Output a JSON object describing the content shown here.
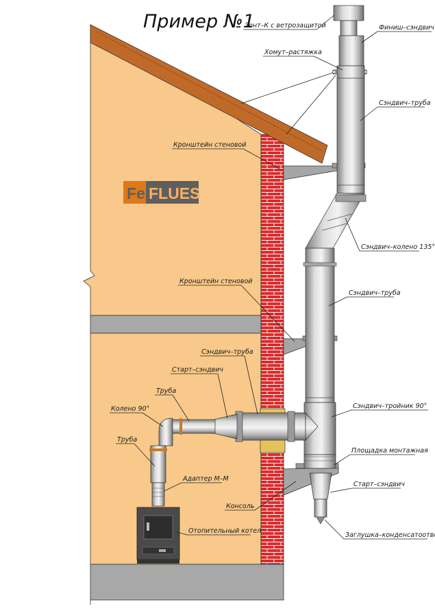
{
  "title": "Пример №1",
  "logo": {
    "prefix": "Fe",
    "name": "FLUES"
  },
  "colors": {
    "wall": "#f8c98a",
    "brick": "#dd2a2a",
    "slab": "#a8a8a8",
    "roof": "#c06a2a",
    "steel": "#c9c9c9",
    "logo_prefix_bg": "#e07818",
    "logo_name_bg": "#5f5f5f"
  },
  "labels": {
    "zont": "Зонт–К с ветрозащитой",
    "finish": "Финиш–сэндвич",
    "homut": "Хомут–растяжка",
    "sandwich_truba_top": "Сэндвич–труба",
    "kronshtein_top": "Кронштейн стеновой",
    "koleno135": "Сэндвич–колено 135°",
    "kronshtein_mid": "Кронштейн стеновой",
    "sandwich_truba_mid": "Сэндвич–труба",
    "sandwich_truba_wall": "Сэндвич–труба",
    "start_sandwich_left": "Старт–сэндвич",
    "truba_upper": "Труба",
    "koleno90": "Колено 90°",
    "troinik": "Сэндвич–тройник 90°",
    "truba_lower": "Труба",
    "ploshchadka": "Площадка монтажная",
    "adapter": "Адаптер М–М",
    "start_sandwich_right": "Старт–сэндвич",
    "konsol": "Консоль",
    "kotel": "Отопительный котел",
    "zaglushka": "Заглушка–конденсатоотвод"
  }
}
